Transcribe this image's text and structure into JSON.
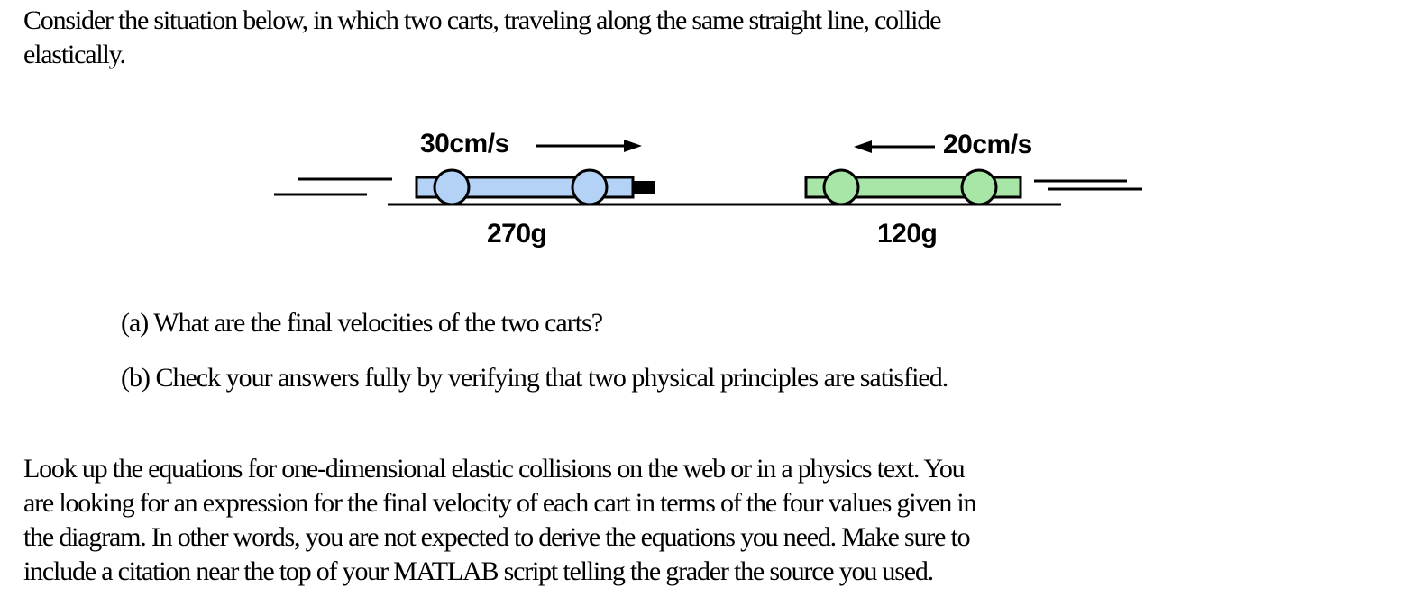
{
  "intro": {
    "lines": [
      "Consider the situation below, in which two carts, traveling along the same straight line, collide",
      "elastically."
    ]
  },
  "diagram": {
    "cart_left": {
      "velocity": "30cm/s",
      "mass": "270g",
      "direction": "right",
      "color": "#b4d2f5"
    },
    "cart_right": {
      "velocity": "20cm/s",
      "mass": "120g",
      "direction": "left",
      "color": "#a8e6a8"
    }
  },
  "questions": {
    "a": "(a) What are the final velocities of the two carts?",
    "b": "(b) Check your answers fully by verifying that two physical principles are satisfied."
  },
  "outro": {
    "lines": [
      "Look up the equations for one-dimensional elastic collisions on the web or in a physics text.  You",
      "are looking for an expression for the final velocity of each cart in terms of the four values given in",
      "the diagram.  In other words, you are not expected to derive the equations you need.  Make sure to",
      "include a citation near the top of your MATLAB script telling the grader the source you used."
    ]
  }
}
